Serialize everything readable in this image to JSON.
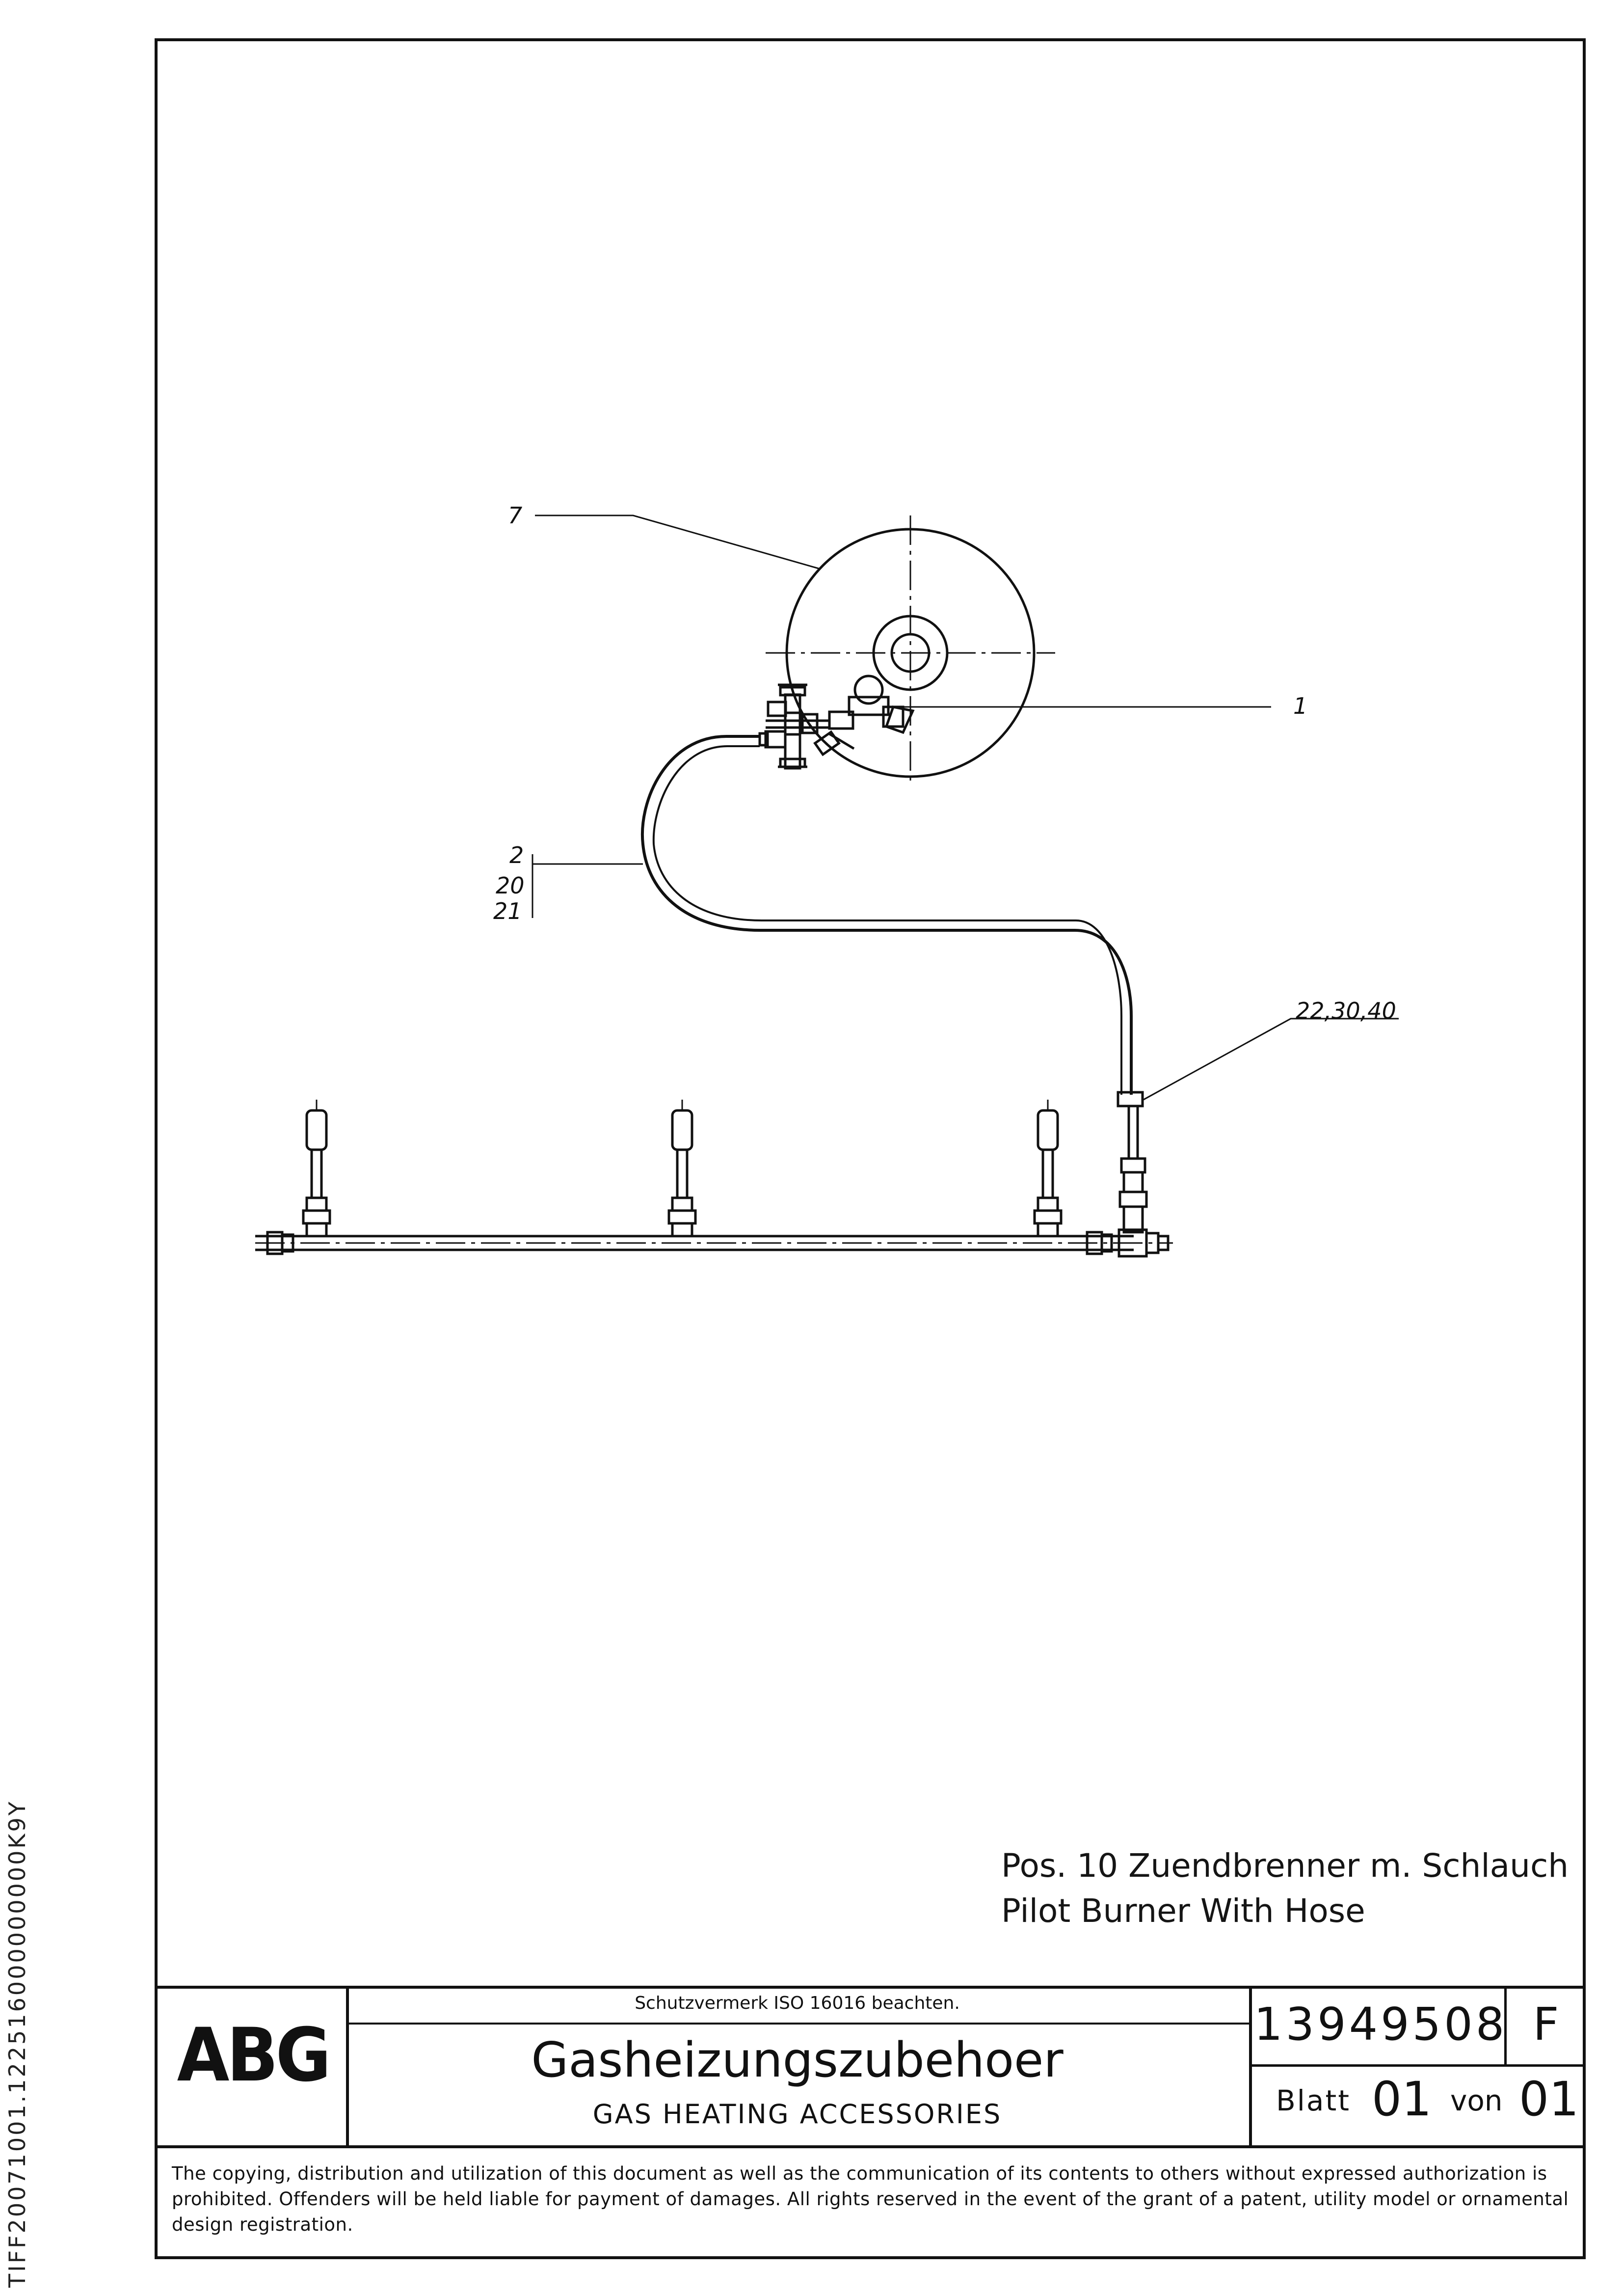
{
  "side_code": "TIFF20071001.122516000000000K9Y",
  "position_labels": {
    "p7": "7",
    "p1": "1",
    "p2": "2",
    "p20": "20",
    "p21": "21",
    "p22": "22,30,40"
  },
  "caption": {
    "line1": "Pos. 10 Zuendbrenner m. Schlauch",
    "line2": "Pilot Burner With Hose"
  },
  "title_block": {
    "logo": "ABG",
    "notice": "Schutzvermerk ISO 16016 beachten.",
    "title_de": "Gasheizungszubehoer",
    "title_en": "GAS HEATING ACCESSORIES",
    "doc_number": "13949508",
    "revision": "F",
    "sheet_label": "Blatt",
    "sheet": "01",
    "of_label": "von",
    "sheets_total": "01"
  },
  "copyright": "The copying, distribution and utilization of this document as well as the communication of its contents to others without expressed authorization is prohibited. Offenders will be held liable for payment of damages. All rights reserved in the event of the grant of a patent, utility model or ornamental design registration."
}
